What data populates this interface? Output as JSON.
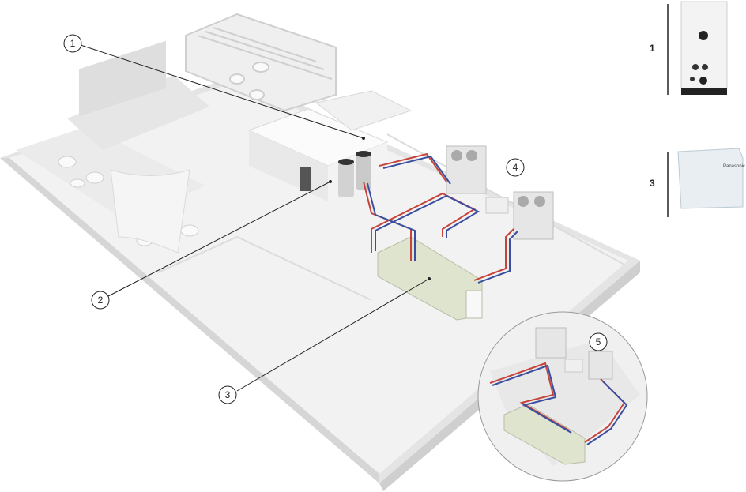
{
  "callouts": [
    {
      "id": "callout-1",
      "label": "1"
    },
    {
      "id": "callout-2",
      "label": "2"
    },
    {
      "id": "callout-3",
      "label": "3"
    },
    {
      "id": "callout-4",
      "label": "4"
    },
    {
      "id": "callout-5",
      "label": "5"
    }
  ],
  "side_panel": {
    "item_1_label": "1",
    "item_3_label": "3",
    "brand_text": "Panasonic"
  },
  "colors": {
    "pipe_red": "#c8433a",
    "pipe_blue": "#3b4fa0",
    "unit_green": "#dfe4cf",
    "floor": "#eeeeee",
    "wall": "#f6f6f6"
  }
}
